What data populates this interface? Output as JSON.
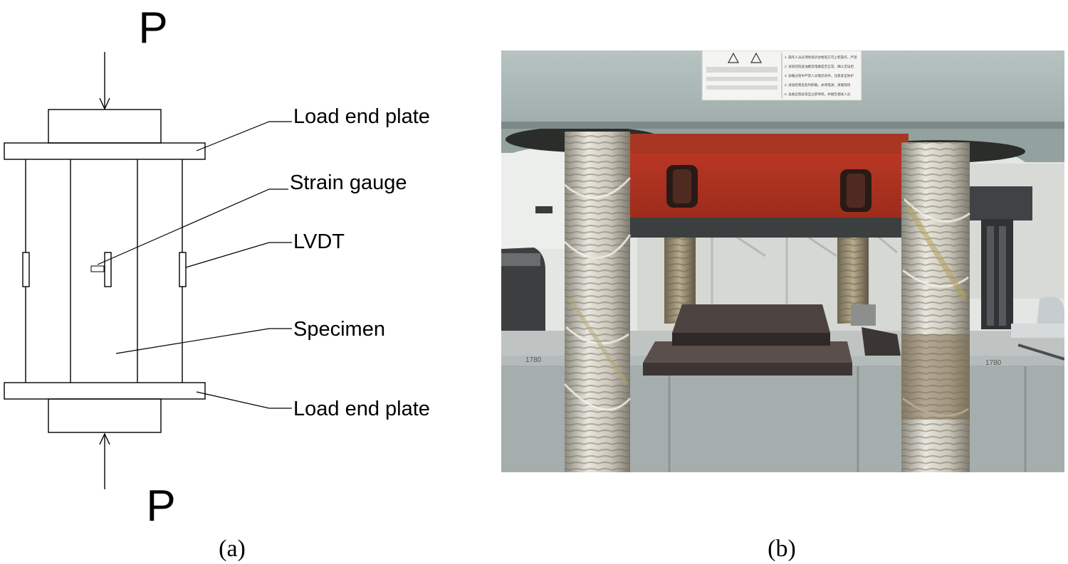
{
  "diagram": {
    "load_symbol_top": "P",
    "load_symbol_bottom": "P",
    "labels": {
      "load_end_plate_top": "Load end plate",
      "strain_gauge": "Strain gauge",
      "lvdt": "LVDT",
      "specimen": "Specimen",
      "load_end_plate_bottom": "Load end plate"
    }
  },
  "captions": {
    "a": "(a)",
    "b": "(b)"
  },
  "photo": {
    "sign_text": [
      "1. 操作人员必须经培训合格后方可上机操作，严禁",
      "2. 试验前检查油路及电路是否正常，确认无误后",
      "3. 加载过程中严禁人员靠近试件，注意安全防护",
      "4. 试验结束后及时卸载，关闭电源，清理现场",
      "5. 设备出现异常应立即停机，并报告相关人员"
    ],
    "bench_marks": [
      "1780",
      "1780"
    ],
    "colors": {
      "frame": "#a9b6b5",
      "crosshead": "#b03322",
      "column_wrap": "#d3d0c7",
      "platen": "#4a403e",
      "bench": "#a7aeae",
      "wall": "#e6e7e5"
    }
  }
}
